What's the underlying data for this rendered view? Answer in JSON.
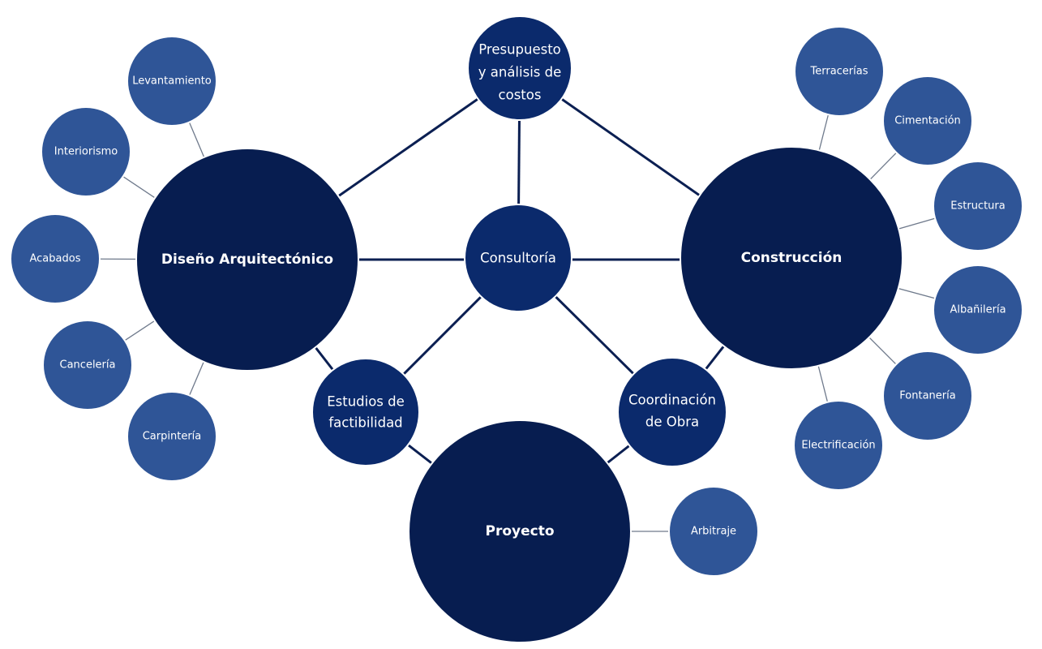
{
  "colors": {
    "major": "#071d50",
    "central": "#0b2a6c",
    "minor": "#2f5597",
    "link": "#0b1f52",
    "sublink": "#6f7a8c"
  },
  "nodes": {
    "diseno": "Diseño Arquitectónico",
    "construccion": "Construcción",
    "proyecto": "Proyecto",
    "consultoria": "Consultoría",
    "presupuesto": [
      "Presupuesto",
      "y análisis de",
      "costos"
    ],
    "estudios": [
      "Estudios de",
      "factibilidad"
    ],
    "coordinacion": [
      "Coordinación",
      "de  Obra"
    ],
    "diseno_children": [
      "Levantamiento",
      "Interiorismo",
      "Acabados",
      "Cancelería",
      "Carpintería"
    ],
    "construccion_children": [
      "Terracerías",
      "Cimentación",
      "Estructura",
      "Albañilería",
      "Fontanería",
      "Electrificación"
    ],
    "proyecto_children": [
      "Arbitraje"
    ]
  }
}
